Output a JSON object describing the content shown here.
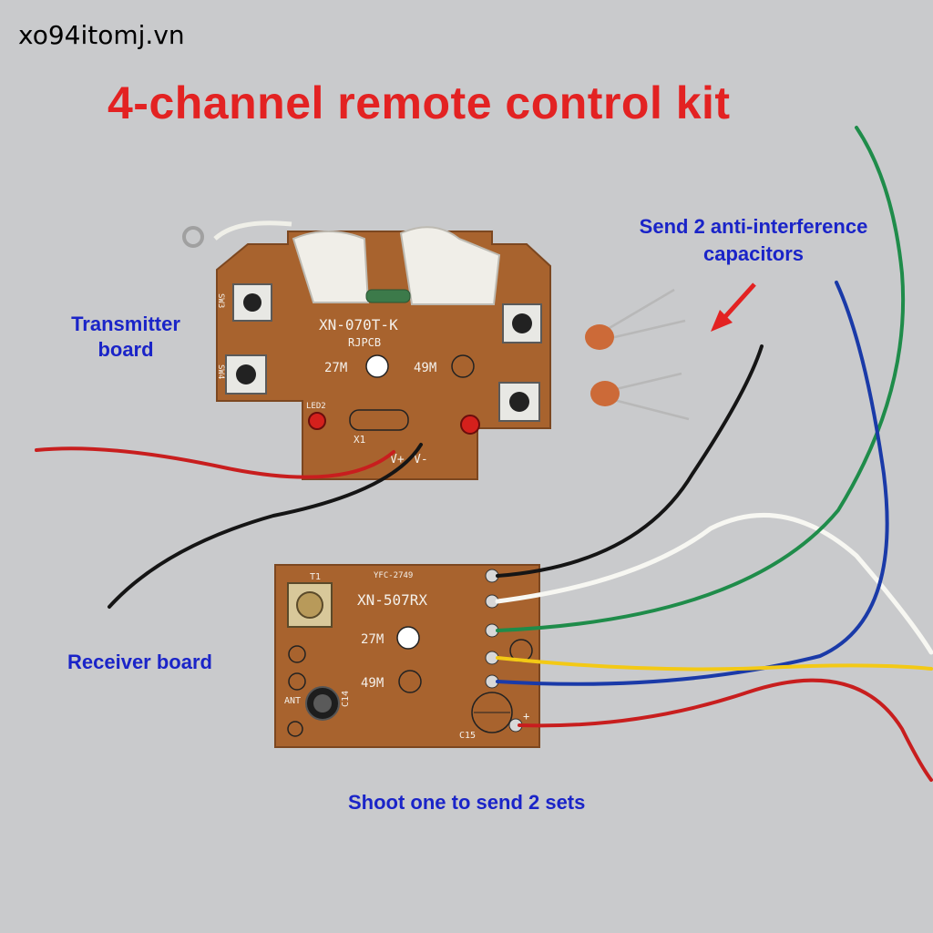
{
  "watermark": "xo94itomj.vn",
  "title": "4-channel remote control kit",
  "labels": {
    "transmitter": "Transmitter board",
    "receiver": "Receiver board",
    "capacitors": "Send 2 anti-interference capacitors",
    "shoot": "Shoot one to send 2 sets"
  },
  "transmitter_board": {
    "model": "XN-070T-K",
    "pcb": "RJPCB",
    "freq_a": "27M",
    "freq_b": "49M",
    "crystal": "X1",
    "vplus": "V+",
    "vminus": "V-",
    "led": "LED2",
    "sw3": "SW3",
    "sw4": "SW4"
  },
  "receiver_board": {
    "model": "XN-507RX",
    "code": "YFC-2749",
    "freq_a": "27M",
    "freq_b": "49M",
    "t1": "T1",
    "ant": "ANT",
    "c14": "C14",
    "c15": "C15",
    "plus": "+"
  },
  "colors": {
    "title": "#e32222",
    "labels": "#1a24c8",
    "pcb": "#a8632e",
    "background": "#c9cacc"
  }
}
